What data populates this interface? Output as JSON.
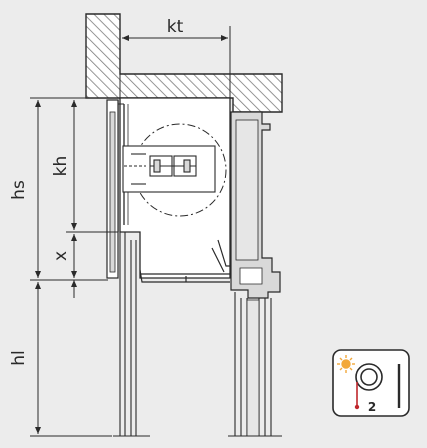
{
  "labels": {
    "kt": "kt",
    "hs": "hs",
    "kh": "kh",
    "x": "x",
    "hl": "hl"
  },
  "badge": {
    "number": "2",
    "icon": "sun-shaft-coil-icon"
  },
  "colors": {
    "background": "#ececec",
    "stroke": "#2a2a2a",
    "hatch": "#7a7a7a",
    "sun": "#f2a83a",
    "cord": "#c0262c",
    "frame": "#d9d9d9"
  }
}
